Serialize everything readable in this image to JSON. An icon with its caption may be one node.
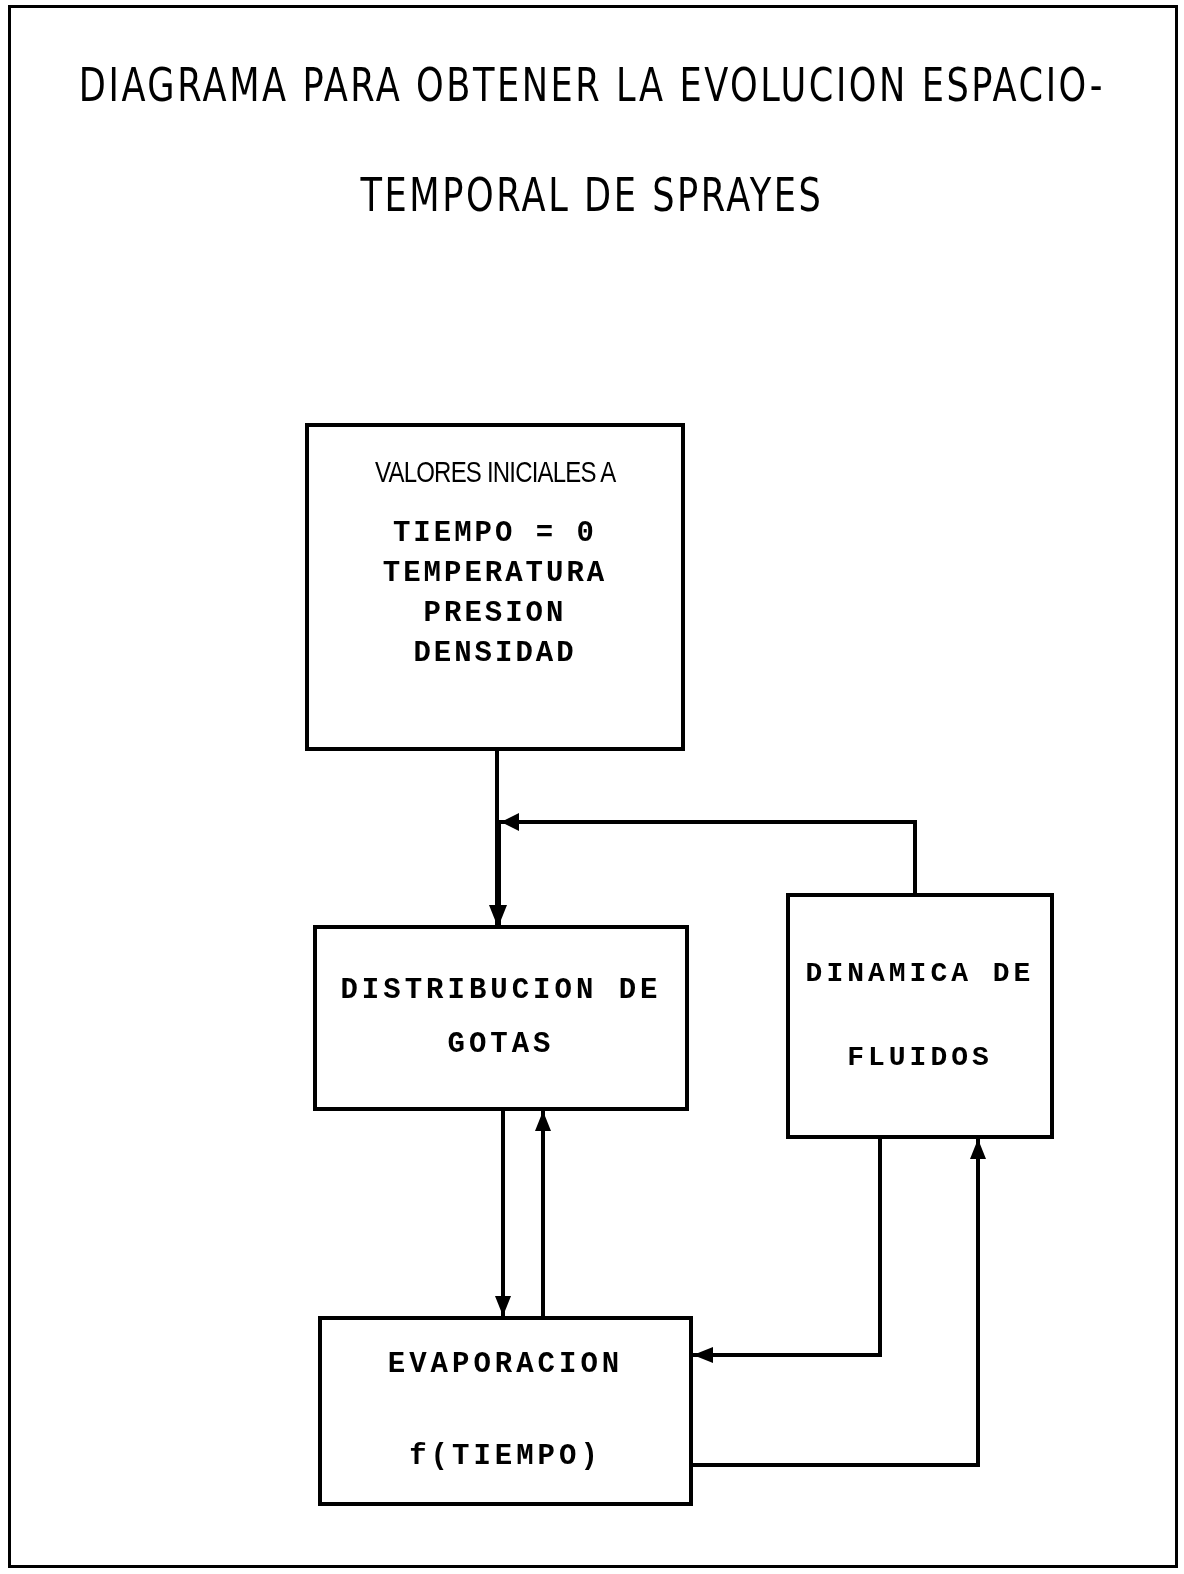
{
  "diagram": {
    "title": "DIAGRAMA PARA OBTENER LA EVOLUCION ESPACIO-TEMPORAL DE SPRAYES",
    "nodes": [
      {
        "text": [
          "VALORES INICIALES A",
          "TIEMPO = 0",
          "TEMPERATURA",
          "PRESION",
          "DENSIDAD"
        ]
      },
      {
        "text": [
          "DISTRIBUCION DE GOTAS"
        ]
      },
      {
        "text": [
          "DINAMICA DE FLUIDOS"
        ]
      },
      {
        "text": [
          "EVAPORACION",
          "f(TIEMPO)"
        ]
      }
    ],
    "edges": [
      {
        "from": 0,
        "to": 1,
        "arrow": "to"
      },
      {
        "from": 2,
        "to": 1,
        "arrow": "to"
      },
      {
        "from": 1,
        "to": 3,
        "arrow": "to"
      },
      {
        "from": 3,
        "to": 1,
        "arrow": "to"
      },
      {
        "from": 2,
        "to": 3,
        "arrow": "to"
      },
      {
        "from": 3,
        "to": 2,
        "arrow": "to"
      }
    ]
  }
}
